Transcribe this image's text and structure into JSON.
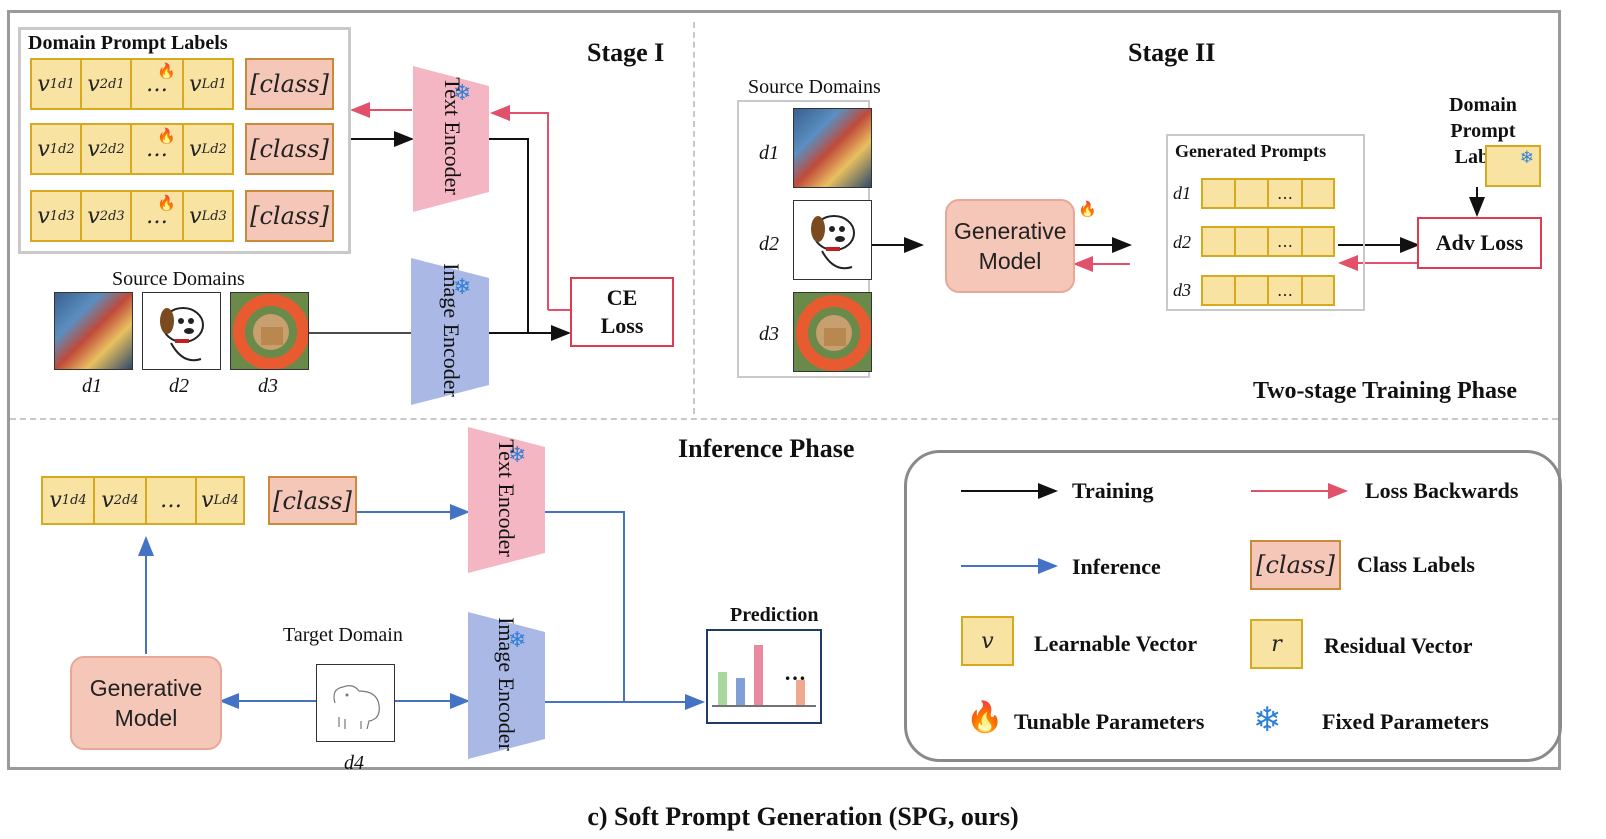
{
  "stage1": {
    "title": "Stage I",
    "domain_prompt_labels": "Domain Prompt Labels",
    "rows": [
      {
        "v1": "v",
        "d": "d1",
        "dots": "…",
        "vL": "v",
        "L": "L",
        "class": "[class]"
      },
      {
        "v1": "v",
        "d": "d2",
        "dots": "…",
        "vL": "v",
        "L": "L",
        "class": "[class]"
      },
      {
        "v1": "v",
        "d": "d3",
        "dots": "…",
        "vL": "v",
        "L": "L",
        "class": "[class]"
      }
    ],
    "sub1": "1",
    "sub2": "2",
    "text_encoder": "Text Encoder",
    "image_encoder": "Image Encoder",
    "ce_loss": "CE Loss",
    "source_domains": "Source Domains",
    "domain_labels": [
      "d1",
      "d2",
      "d3"
    ]
  },
  "stage2": {
    "title": "Stage II",
    "source_domains": "Source Domains",
    "domain_labels": [
      "d1",
      "d2",
      "d3"
    ],
    "generative_model": "Generative Model",
    "generated_prompts": "Generated Prompts",
    "gp_labels": [
      "d1",
      "d2",
      "d3"
    ],
    "gp_dots": "…",
    "domain_prompt_labels": "Domain Prompt Labels",
    "adv_loss": "Adv Loss",
    "phase_label": "Two-stage Training Phase"
  },
  "inference": {
    "title": "Inference Phase",
    "prompt": {
      "v": "v",
      "d": "d4",
      "dots": "…",
      "L": "L",
      "sub1": "1",
      "sub2": "2"
    },
    "class": "[class]",
    "text_encoder": "Text Encoder",
    "image_encoder": "Image Encoder",
    "generative_model": "Generative Model",
    "target_domain": "Target Domain",
    "target_label": "d4",
    "prediction": "Prediction",
    "pred_dots": "…",
    "pred_bars": [
      0.55,
      0.45,
      1.0,
      0.42
    ],
    "pred_colors": [
      "#a8d8a0",
      "#7f9fd6",
      "#e98aa0",
      "#f0a890"
    ]
  },
  "legend": {
    "training": "Training",
    "loss_backwards": "Loss Backwards",
    "inference": "Inference",
    "class_sample": "[class]",
    "class_labels": "Class Labels",
    "v_sample": "v",
    "learnable_vector": "Learnable Vector",
    "r_sample": "r",
    "residual_vector": "Residual Vector",
    "tunable_parameters": "Tunable Parameters",
    "fixed_parameters": "Fixed Parameters"
  },
  "caption": "c) Soft Prompt Generation (SPG, ours)",
  "colors": {
    "training_arrow": "#111111",
    "loss_arrow": "#e2506a",
    "inference_arrow": "#4472c4",
    "text_encoder": "#f4b6c2",
    "image_encoder": "#a9b8e4",
    "cell_fill": "#f8e3a3",
    "class_fill": "#f5c7b8"
  }
}
